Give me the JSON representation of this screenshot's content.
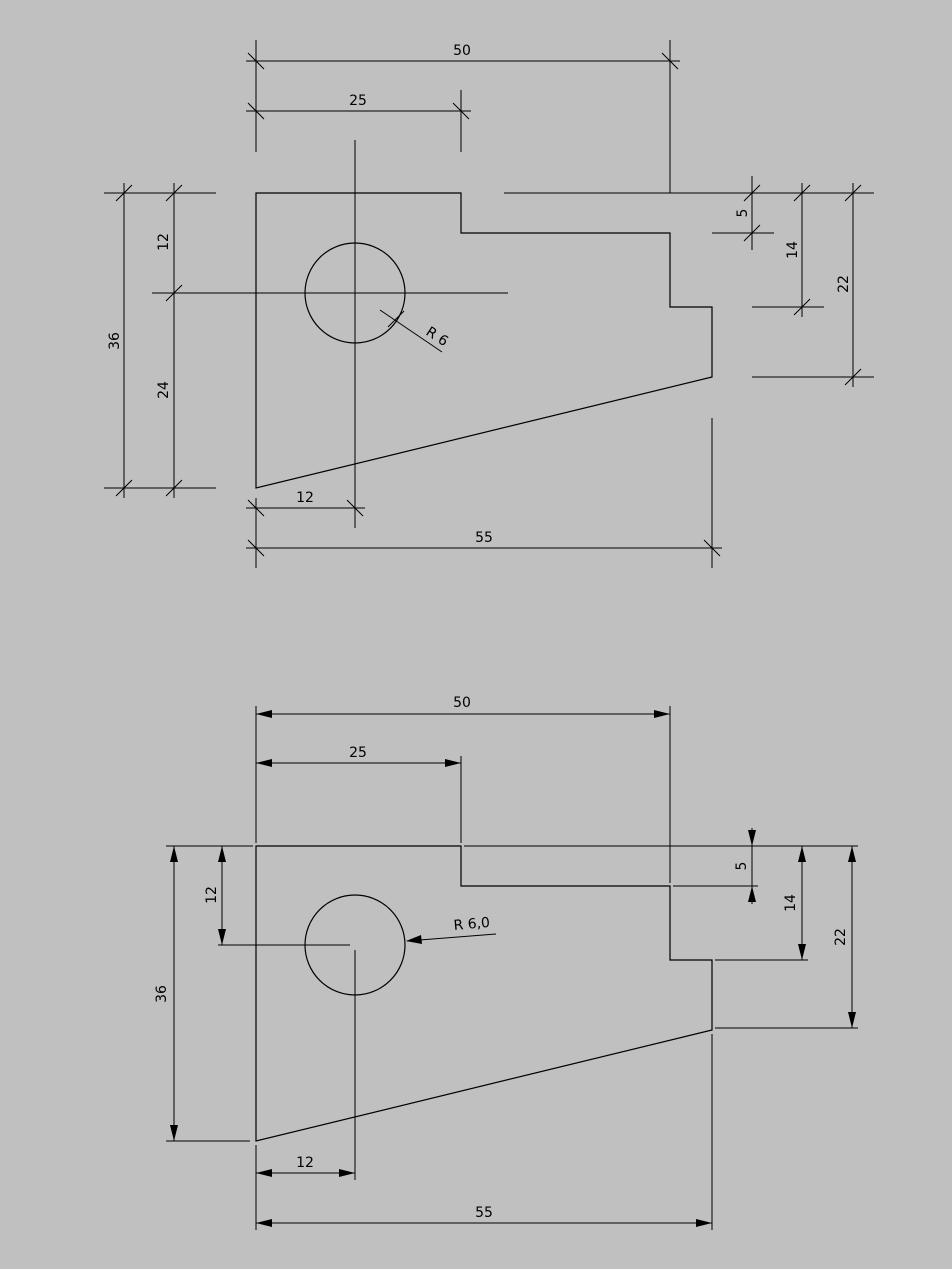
{
  "drawing_top": {
    "dims": {
      "width_50": "50",
      "width_25": "25",
      "height_36": "36",
      "height_12": "12",
      "height_24": "24",
      "radius": "R 6",
      "offset_12": "12",
      "width_55": "55",
      "step_5": "5",
      "step_14": "14",
      "step_22": "22"
    }
  },
  "drawing_bottom": {
    "dims": {
      "width_50": "50",
      "width_25": "25",
      "height_36": "36",
      "height_12": "12",
      "radius": "R 6,0",
      "offset_12": "12",
      "width_55": "55",
      "step_5": "5",
      "step_14": "14",
      "step_22": "22"
    }
  }
}
